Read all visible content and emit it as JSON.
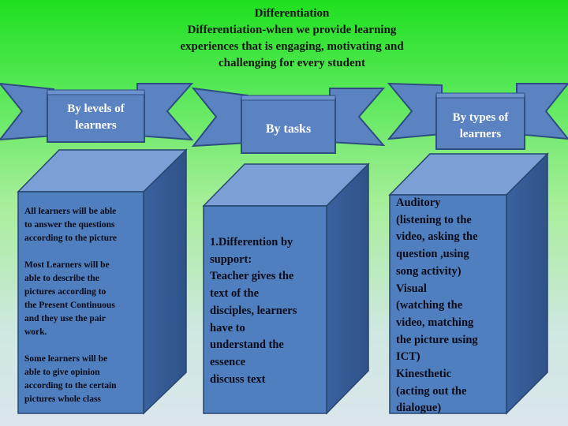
{
  "header": {
    "title": "Differentiation",
    "line1": "Differentiation-when we provide learning",
    "line2": "experiences that is engaging, motivating and",
    "line3": "challenging for every student"
  },
  "banners": [
    {
      "label_line1": "By  levels of",
      "label_line2": "learners"
    },
    {
      "label_line1": "By  tasks",
      "label_line2": ""
    },
    {
      "label_line1": "By types of",
      "label_line2": "learners"
    }
  ],
  "boxes": [
    {
      "text": "All learners will be able\nto answer the questions\naccording to the picture\n\nMost Learners will be\nable to describe the\npictures according to\nthe Present  Continuous\n and they use the pair\nwork.\n\nSome learners will be\nable to give opinion\naccording to the certain\npictures whole class"
    },
    {
      "text": "1.Differention by\nsupport:\nTeacher gives the\ntext  of the\ndisciples, learners\nhave to\nunderstand the\nessence\ndiscuss text"
    },
    {
      "text": "Auditory\n(listening to the\nvideo, asking the\nquestion ,using\nsong activity)\nVisual\n(watching the\nvideo, matching\nthe picture using\nICT)\nKinesthetic\n(acting out the\ndialogue)"
    }
  ],
  "colors": {
    "background_top": "#1fe01f",
    "box_front": "#4f7fbf",
    "box_top": "#7aa0d6",
    "box_side": "#3b63a2",
    "box_border": "#27466f",
    "banner_fill": "#5b83c2",
    "banner_dark": "#2e4d80"
  }
}
